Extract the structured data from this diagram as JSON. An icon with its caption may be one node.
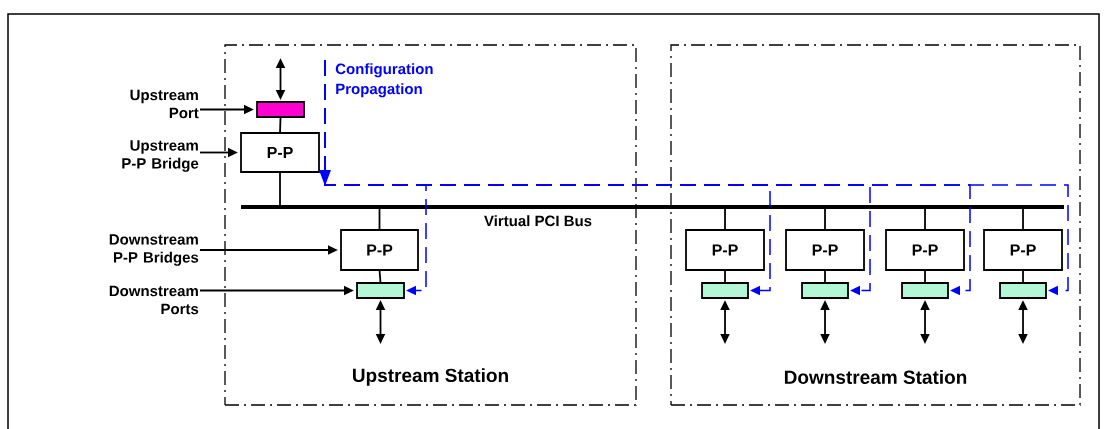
{
  "diagram": {
    "nodes": [
      {
        "text": [
          "Upstream Station"
        ]
      },
      {
        "text": [
          "Downstream Station"
        ]
      },
      {
        "text": [],
        "shape": "bar",
        "in": 0
      },
      {
        "text": [
          "P-P"
        ],
        "in": 0
      },
      {
        "text": [],
        "shape": "bar"
      },
      {
        "text": [
          "P-P"
        ],
        "in": 0
      },
      {
        "text": [],
        "shape": "bar",
        "in": 0
      },
      {
        "text": [
          "P-P"
        ],
        "in": 1
      },
      {
        "text": [
          "P-P"
        ],
        "in": 1
      },
      {
        "text": [
          "P-P"
        ],
        "in": 1
      },
      {
        "text": [
          "P-P"
        ],
        "in": 1
      },
      {
        "text": [],
        "shape": "bar",
        "in": 1
      },
      {
        "text": [],
        "shape": "bar",
        "in": 1
      },
      {
        "text": [],
        "shape": "bar",
        "in": 1
      },
      {
        "text": [],
        "shape": "bar",
        "in": 1
      },
      {
        "text": [
          "Upstream Port"
        ]
      },
      {
        "text": [
          "Upstream P-P Bridge"
        ]
      },
      {
        "text": [
          "Downstream P-P Bridges"
        ]
      },
      {
        "text": [
          "Downstream Ports"
        ]
      }
    ],
    "edges": [
      {
        "from": null,
        "to": 2,
        "arrow": "both"
      },
      {
        "from": 2,
        "to": 3,
        "arrow": "none"
      },
      {
        "from": 3,
        "to": 4,
        "arrow": "none"
      },
      {
        "from": 4,
        "to": 5,
        "arrow": "none"
      },
      {
        "from": 5,
        "to": 6,
        "arrow": "none"
      },
      {
        "from": 6,
        "to": null,
        "arrow": "both"
      },
      {
        "from": 4,
        "to": 7,
        "arrow": "none"
      },
      {
        "from": 7,
        "to": 11,
        "arrow": "none"
      },
      {
        "from": 11,
        "to": null,
        "arrow": "both"
      },
      {
        "from": 4,
        "to": 8,
        "arrow": "none"
      },
      {
        "from": 8,
        "to": 12,
        "arrow": "none"
      },
      {
        "from": 12,
        "to": null,
        "arrow": "both"
      },
      {
        "from": 4,
        "to": 9,
        "arrow": "none"
      },
      {
        "from": 9,
        "to": 13,
        "arrow": "none"
      },
      {
        "from": 13,
        "to": null,
        "arrow": "both"
      },
      {
        "from": 4,
        "to": 10,
        "arrow": "none"
      },
      {
        "from": 10,
        "to": 14,
        "arrow": "none"
      },
      {
        "from": 14,
        "to": null,
        "arrow": "both"
      },
      {
        "from": 15,
        "to": 2,
        "arrow": "to"
      },
      {
        "from": 16,
        "to": 3,
        "arrow": "to"
      },
      {
        "from": 17,
        "to": 5,
        "arrow": "to"
      },
      {
        "from": 18,
        "to": 6,
        "arrow": "to"
      },
      {
        "from": 2,
        "to": 6,
        "arrow": "to",
        "style": "dashed",
        "color": "#0000ff"
      },
      {
        "from": 2,
        "to": 11,
        "arrow": "to",
        "style": "dashed",
        "color": "#0000ff"
      },
      {
        "from": 2,
        "to": 12,
        "arrow": "to",
        "style": "dashed",
        "color": "#0000ff"
      },
      {
        "from": 2,
        "to": 13,
        "arrow": "to",
        "style": "dashed",
        "color": "#0000ff"
      },
      {
        "from": 2,
        "to": 14,
        "arrow": "to",
        "style": "dashed",
        "color": "#0000ff"
      }
    ],
    "labels": [
      "Configuration Propagation",
      "Virtual PCI Bus"
    ]
  }
}
